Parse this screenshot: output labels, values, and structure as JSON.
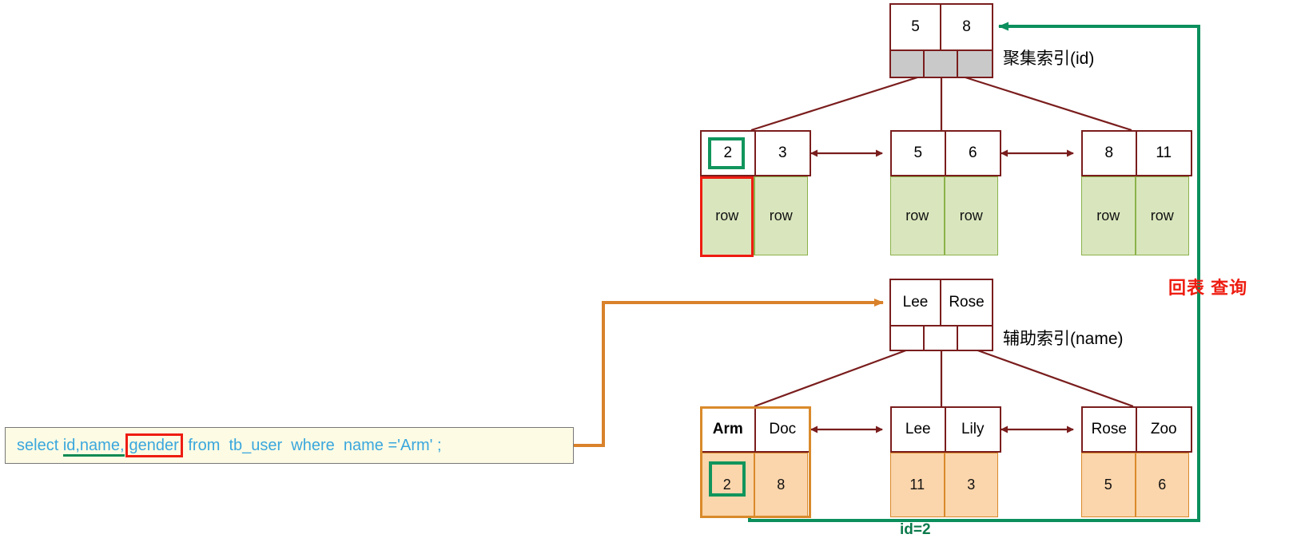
{
  "colors": {
    "node_border": "#7a1d1d",
    "pointer_fill": "#c9c9c9",
    "clustered_row_fill": "#d9e6bd",
    "secondary_row_fill": "#fbd5ab",
    "highlight_green": "#11955c",
    "highlight_red": "#ee1c11",
    "orange_path": "#d9822b",
    "green_path": "#0b8f5d",
    "sql_text": "#3aa7dd",
    "sql_bg": "#fdfbe4"
  },
  "labels": {
    "clustered_index": "聚集索引(id)",
    "secondary_index": "辅助索引(name)",
    "back_to_table": "回表 查询",
    "id_equals": "id=2"
  },
  "sql": {
    "part_select": "select ",
    "part_underlined": "id,name,",
    "part_boxed": "gender",
    "part_rest": " from  tb_user  where  name ='Arm' ;"
  },
  "clustered_index": {
    "root": {
      "keys": [
        "5",
        "8"
      ],
      "pointers": [
        "",
        "",
        ""
      ]
    },
    "leaves": [
      {
        "keys": [
          "2",
          "3"
        ],
        "rows": [
          "row",
          "row"
        ],
        "key_highlight": "green",
        "row_highlight": "red"
      },
      {
        "keys": [
          "5",
          "6"
        ],
        "rows": [
          "row",
          "row"
        ],
        "key_highlight": "",
        "row_highlight": ""
      },
      {
        "keys": [
          "8",
          "11"
        ],
        "rows": [
          "row",
          "row"
        ],
        "key_highlight": "",
        "row_highlight": ""
      }
    ]
  },
  "secondary_index": {
    "root": {
      "keys": [
        "Lee",
        "Rose"
      ],
      "pointers": [
        "",
        "",
        ""
      ]
    },
    "leaves": [
      {
        "keys": [
          "Arm",
          "Doc"
        ],
        "key_bold": [
          true,
          false
        ],
        "ids": [
          "2",
          "8"
        ],
        "id_highlight": "green",
        "node_highlight": "orange"
      },
      {
        "keys": [
          "Lee",
          "Lily"
        ],
        "key_bold": [
          false,
          false
        ],
        "ids": [
          "11",
          "3"
        ],
        "id_highlight": "",
        "node_highlight": ""
      },
      {
        "keys": [
          "Rose",
          "Zoo"
        ],
        "key_bold": [
          false,
          false
        ],
        "ids": [
          "5",
          "6"
        ],
        "id_highlight": "",
        "node_highlight": ""
      }
    ]
  },
  "connectors": {
    "sql_to_secondary_root": "orange",
    "secondary_leaf_to_clustered_root": "green",
    "sibling_links": "bidirectional"
  }
}
